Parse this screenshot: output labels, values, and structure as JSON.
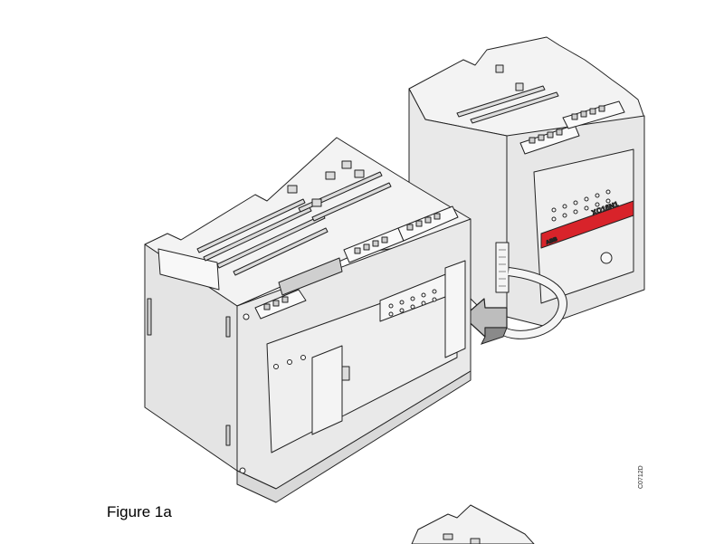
{
  "figure": {
    "caption": "Figure 1a",
    "code": "C0712D"
  },
  "modules": {
    "expansion_model": "XO16N1",
    "brand_logo": "ABB"
  },
  "colors": {
    "body_light": "#f2f2f2",
    "body_mid": "#e4e4e4",
    "body_shade": "#d2d2d2",
    "outline": "#222222",
    "brand_red": "#d8232a",
    "arrow_fill": "#bdbdbd"
  }
}
